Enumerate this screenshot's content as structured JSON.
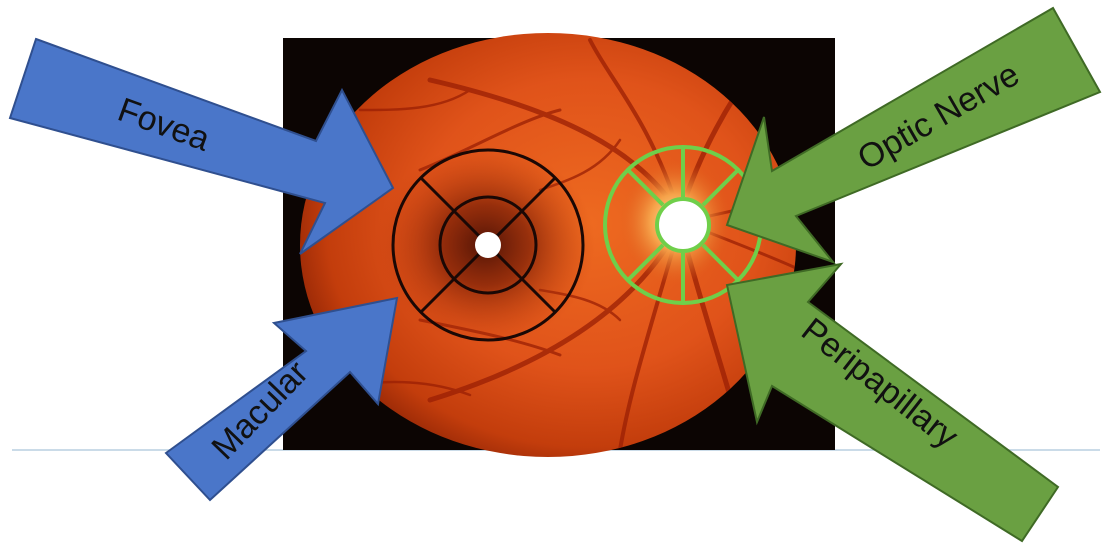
{
  "labels": {
    "fovea": "Fovea",
    "macular": "Macular",
    "optic_nerve": "Optic Nerve",
    "peripapillary": "Peripapillary"
  },
  "colors": {
    "background": "#ffffff",
    "blue_arrow": "#4a76c9",
    "blue_arrow_edge": "#2f4f8f",
    "green_arrow": "#6aa042",
    "green_arrow_edge": "#3f6a25",
    "retina_center": "#e8501a",
    "retina_edge": "#b02a05",
    "black_frame": "#0c0503",
    "macula_grid": "#1a0805",
    "optic_grid": "#6fcf4a",
    "divider_line": "#b8cfe0"
  }
}
